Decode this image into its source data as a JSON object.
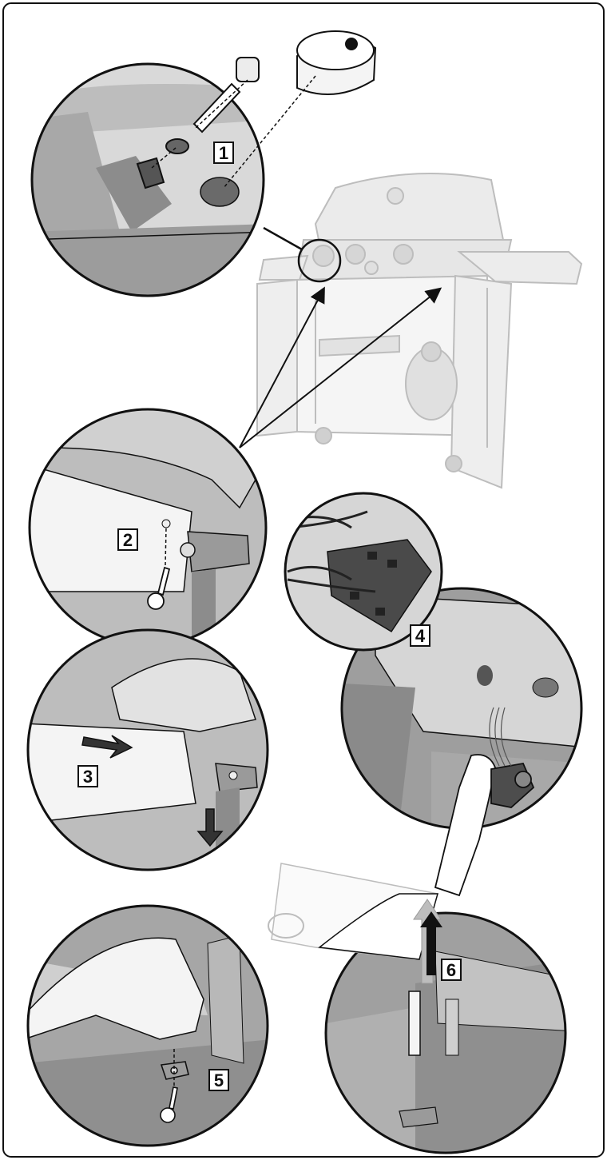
{
  "steps": [
    {
      "number": "1"
    },
    {
      "number": "2"
    },
    {
      "number": "3"
    },
    {
      "number": "4"
    },
    {
      "number": "5"
    },
    {
      "number": "6"
    }
  ],
  "colors": {
    "outline": "#111111",
    "panel_dark": "#8c8c8c",
    "panel_mid": "#b3b3b3",
    "panel_light": "#dcdcdc",
    "grill_faded": "#c7c7c7",
    "lift_arrow": "#b9b9b9"
  },
  "icons": [
    "knob-icon",
    "screw-icon",
    "wire-connector-icon",
    "hand-icon",
    "bracket-icon",
    "grill-icon"
  ]
}
